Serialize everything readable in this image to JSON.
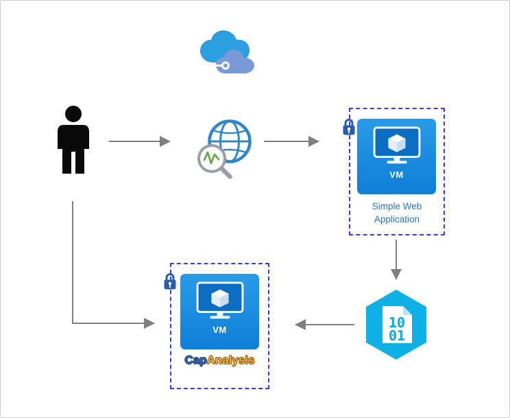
{
  "diagram": {
    "cloud": {
      "name": "internet-cloud"
    },
    "user": {
      "name": "user-silhouette"
    },
    "traffic_inspector": {
      "name": "web-traffic-monitor"
    },
    "vm_web": {
      "label": "VM",
      "caption": "Simple Web Application"
    },
    "pcap_file": {
      "line1": "10",
      "line2": "01"
    },
    "vm_cap": {
      "label": "VM",
      "brand_blue": "Cap",
      "brand_orange": "Analysis"
    }
  },
  "colors": {
    "arrow": "#7f7f7f",
    "dashed_border": "#3a3af2",
    "vm_tile_top": "#2b9ae6",
    "vm_tile_bottom": "#0f7ed6",
    "screen": "#0b6dc2",
    "caption": "#2e74b5",
    "lock": "#2a5caa",
    "hexagon": "#0fb0e4",
    "digits": "#0aa6dc",
    "doc_fold": "#b9e6f6",
    "globe_blue": "#2f86c8",
    "magnifier_gray": "#9aa0a6",
    "pulse_green": "#6aa84f",
    "cloud_back": "#2d9fe0",
    "cloud_front": "#7b99d6",
    "person_black": "#0a0a0a",
    "brand_blue": "#3a66b0",
    "brand_blue_outline": "#17356b",
    "brand_orange": "#f5b23c",
    "brand_orange_outline": "#7a4c10"
  }
}
